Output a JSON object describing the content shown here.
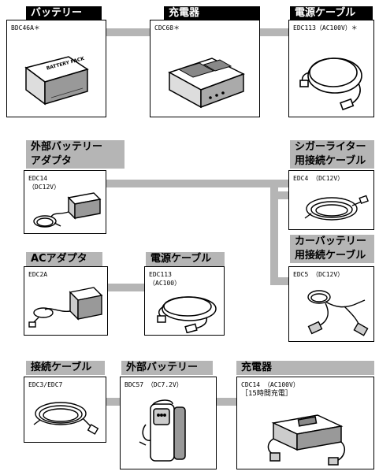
{
  "diagram": {
    "battery": {
      "title": "バッテリー",
      "model": "BDC46A＊",
      "icon": "battery-pack-icon",
      "imprint": "BATTERY PACK"
    },
    "charger": {
      "title": "充電器",
      "model": "CDC68＊",
      "icon": "charger-icon"
    },
    "power_cable_top": {
      "title": "電源ケーブル",
      "model": "EDC113（AC100V）＊",
      "icon": "power-cable-icon"
    },
    "external_battery_adapter": {
      "title_line1": "外部バッテリー",
      "title_line2": "アダプタ",
      "model_line1": "EDC14",
      "model_line2": "（DC12V）",
      "icon": "battery-adapter-icon"
    },
    "cigar_cable": {
      "title_line1": "シガーライター",
      "title_line2": "用接続ケーブル",
      "model": "EDC4 （DC12V）",
      "icon": "cigar-cable-icon"
    },
    "ac_adapter": {
      "title": "ACアダプタ",
      "model": "EDC2A",
      "icon": "ac-adapter-icon"
    },
    "power_cable_mid": {
      "title": "電源ケーブル",
      "model_line1": "EDC113",
      "model_line2": "（AC100）",
      "icon": "power-cable-icon"
    },
    "car_battery_cable": {
      "title_line1": "カーバッテリー",
      "title_line2": "用接続ケーブル",
      "model": "EDC5 （DC12V）",
      "icon": "car-battery-cable-icon"
    },
    "connection_cable": {
      "title": "接続ケーブル",
      "model": "EDC3/EDC7",
      "icon": "coiled-cable-icon"
    },
    "external_battery": {
      "title": "外部バッテリー",
      "model": "BDC57 （DC7.2V）",
      "icon": "external-battery-icon"
    },
    "charger_bottom": {
      "title": "充電器",
      "model_line1": "CDC14 （AC100V）",
      "model_line2": "［15時間充電］",
      "icon": "charger-icon"
    }
  },
  "colors": {
    "tab_dark": "#000000",
    "tab_grey": "#b5b5b5",
    "connector": "#b5b5b5"
  }
}
